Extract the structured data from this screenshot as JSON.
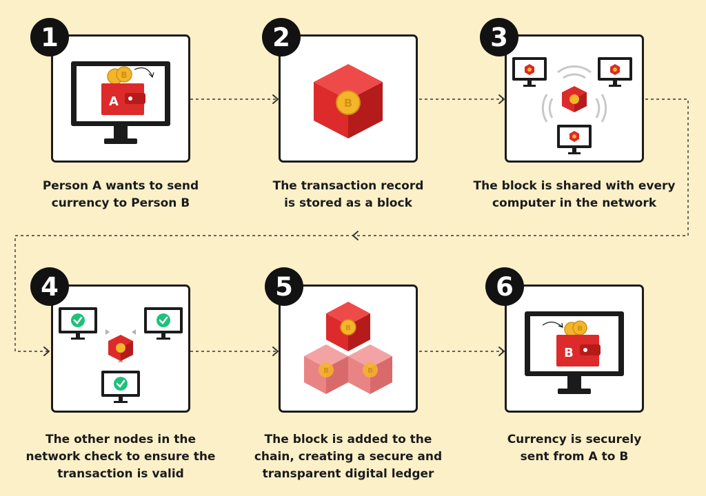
{
  "colors": {
    "background": "#fbf0c8",
    "red": "#dd2a2a",
    "dark_red": "#b51b1b",
    "pink": "#e98485",
    "coin": "#f3b52a",
    "check": "#1ec27a",
    "ink": "#1b1b1b"
  },
  "steps": [
    {
      "number": "1",
      "icon": "wallet-a-monitor",
      "wallet_letter": "A",
      "caption": [
        "Person A wants to send",
        "currency to Person B"
      ]
    },
    {
      "number": "2",
      "icon": "bitcoin-block",
      "caption": [
        "The transaction record",
        "is stored as a block"
      ]
    },
    {
      "number": "3",
      "icon": "block-broadcast-network",
      "caption": [
        "The block is shared with every",
        "computer in the network"
      ]
    },
    {
      "number": "4",
      "icon": "node-verification",
      "caption": [
        "The other nodes in the",
        "network check to ensure the",
        "transaction is valid"
      ]
    },
    {
      "number": "5",
      "icon": "block-chain-stack",
      "caption": [
        "The block is added to the",
        "chain, creating a secure and",
        "transparent digital ledger"
      ]
    },
    {
      "number": "6",
      "icon": "wallet-b-monitor",
      "wallet_letter": "B",
      "caption": [
        "Currency is securely",
        "sent from A to B"
      ]
    }
  ]
}
